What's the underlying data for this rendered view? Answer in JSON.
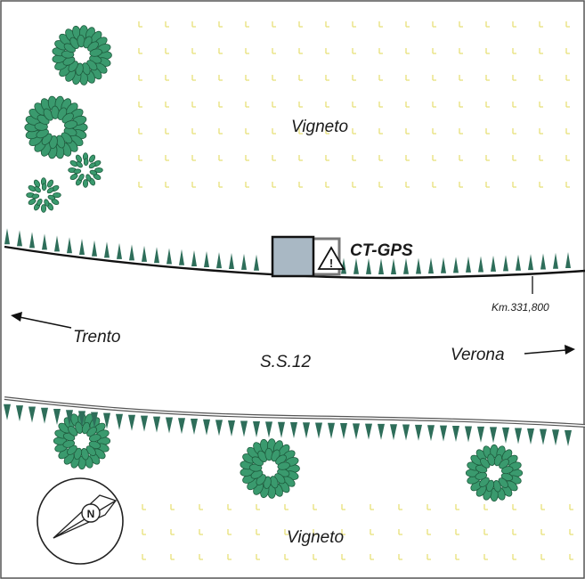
{
  "labels": {
    "vineyard_north": "Vigneto",
    "vineyard_south": "Vigneto",
    "station": "CT-GPS",
    "km_marker": "Km.331,800",
    "road": "S.S.12",
    "west_dest": "Trento",
    "east_dest": "Verona"
  },
  "colors": {
    "tree": "#3a9a6e",
    "tree_dark": "#1e5c3e",
    "hedge": "#2e6e5a",
    "vine": "#e8e078",
    "cabinet": "#a9b8c4",
    "road_edge": "#111111"
  },
  "icons": {
    "warning": "warning-triangle-icon",
    "north": "north-arrow-icon"
  }
}
